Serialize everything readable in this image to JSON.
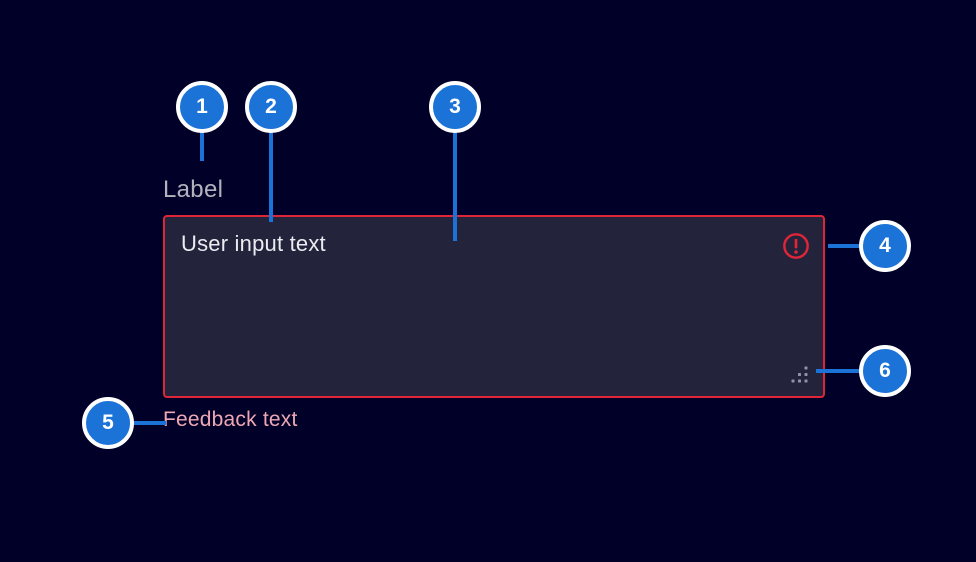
{
  "component": {
    "label": "Label",
    "value": "User input text",
    "feedback": "Feedback text",
    "state": "invalid",
    "icons": {
      "error": "alert-circle-icon",
      "resize": "resize-grip-icon"
    }
  },
  "callouts": [
    {
      "number": "1",
      "target": "label"
    },
    {
      "number": "2",
      "target": "textarea-container"
    },
    {
      "number": "3",
      "target": "user-input-text"
    },
    {
      "number": "4",
      "target": "error-icon"
    },
    {
      "number": "5",
      "target": "feedback-text"
    },
    {
      "number": "6",
      "target": "resize-handle"
    }
  ],
  "colors": {
    "background": "#000028",
    "field_background": "#23233c",
    "alarm": "#df2538",
    "alarm_text": "#efa7b4",
    "label_text": "#b3b3be",
    "value_text": "#ebebf0",
    "callout_accent": "#1b72d7",
    "callout_ring": "#ffffff",
    "grip_dots": "#8f93a3"
  }
}
